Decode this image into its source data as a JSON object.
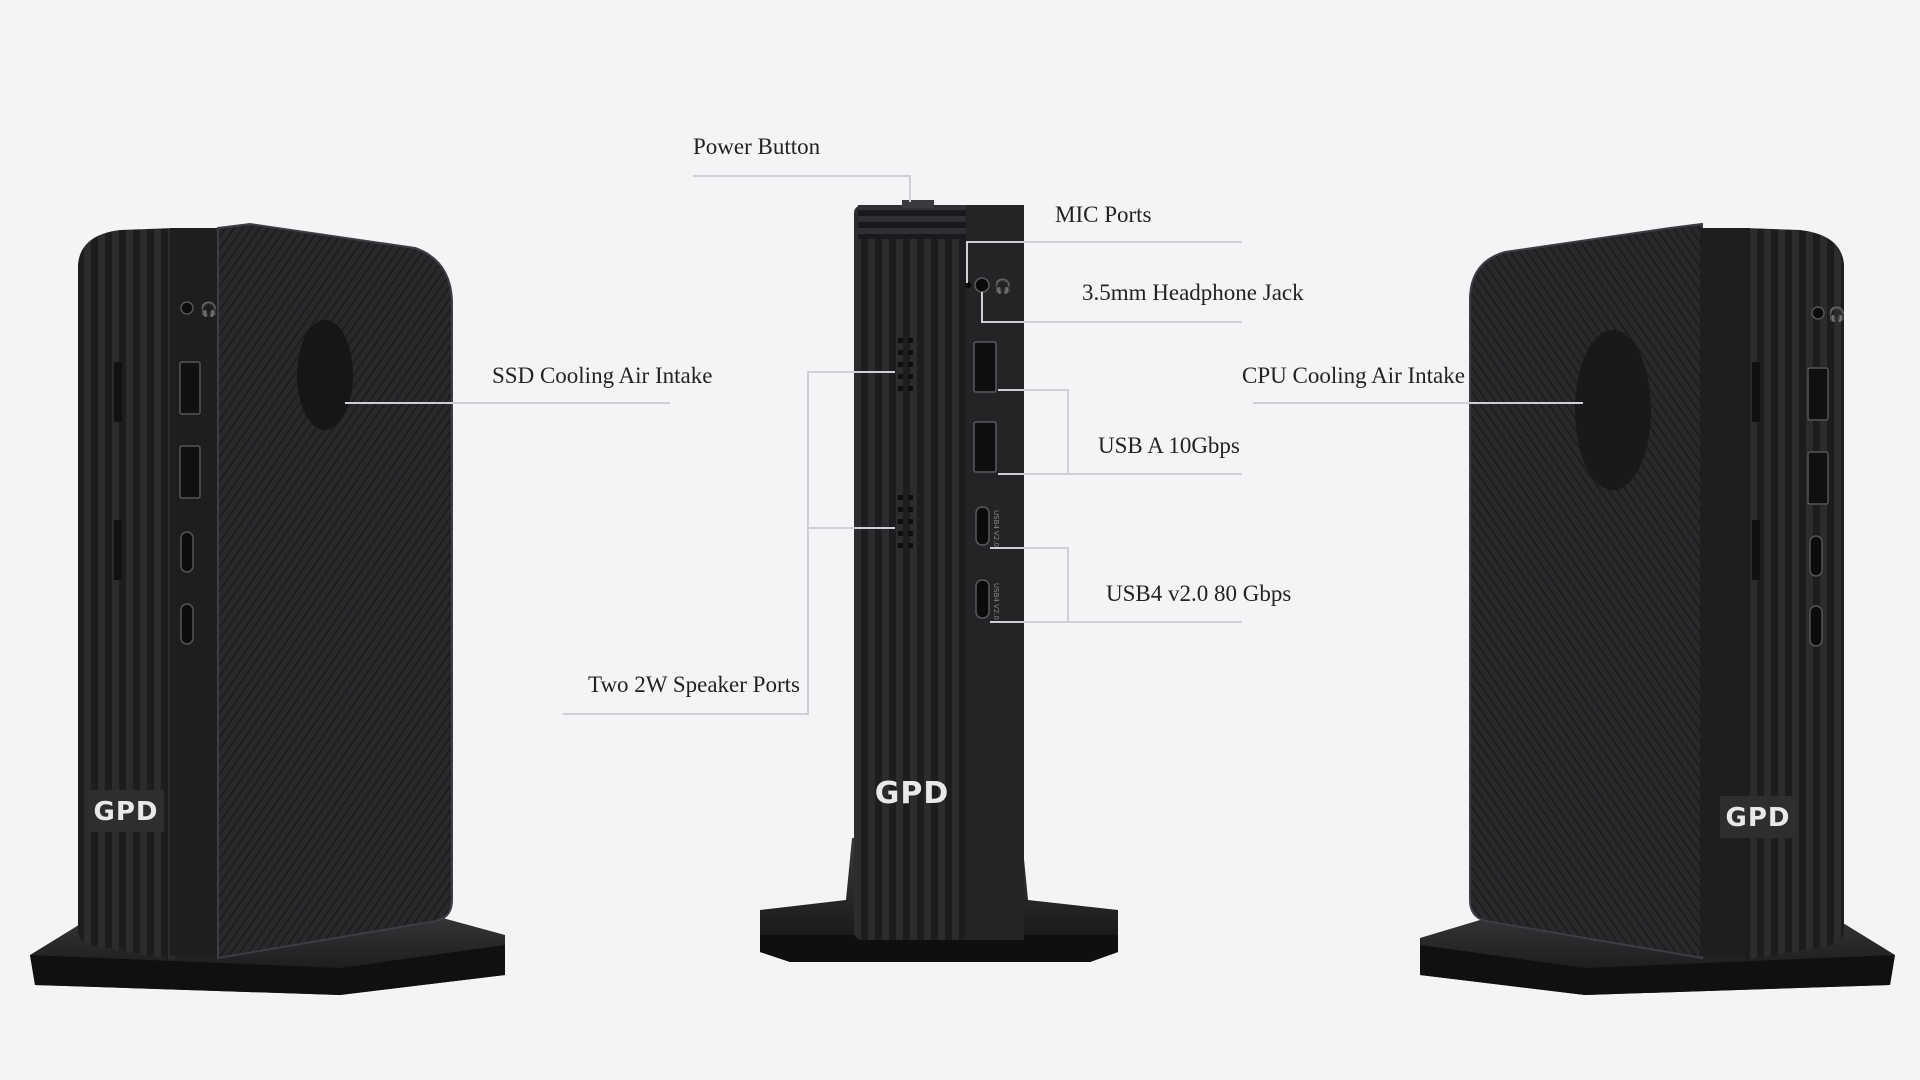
{
  "brand": {
    "logo": "GPD"
  },
  "labels": {
    "power_button": "Power Button",
    "mic_ports": "MIC Ports",
    "headphone_jack": "3.5mm Headphone Jack",
    "ssd_intake": "SSD Cooling Air Intake",
    "cpu_intake": "CPU Cooling Air Intake",
    "usb_a": "USB A 10Gbps",
    "usb4": "USB4 v2.0 80 Gbps",
    "speaker_ports": "Two 2W Speaker Ports"
  },
  "port_markings": {
    "usb4_port": "USB4 V2.0"
  },
  "colors": {
    "background": "#f4f4f6",
    "device_body": "#232325",
    "device_edge": "#3a3a3d",
    "leader_line": "#cfcfd4",
    "text": "#222222"
  }
}
